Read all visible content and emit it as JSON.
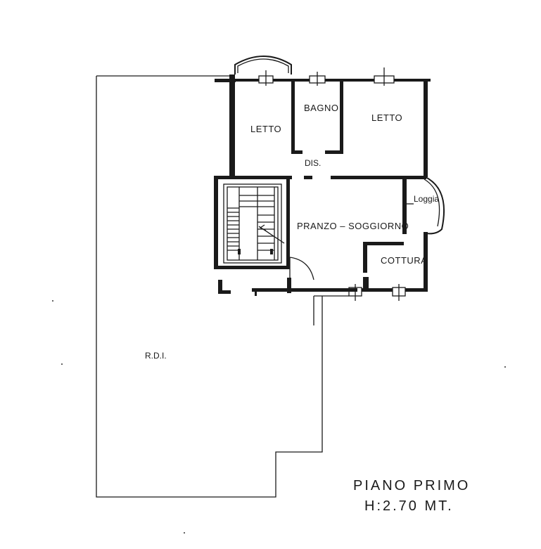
{
  "rooms": {
    "letto_left": "LETTO",
    "bagno": "BAGNO",
    "letto_right": "LETTO",
    "disimpegno": "DIS.",
    "loggia": "Loggia",
    "pranzo_soggiorno": "PRANZO – SOGGIORNO",
    "cottura": "COTTURA",
    "rdi": "R.D.I."
  },
  "footer": {
    "floor": "PIANO PRIMO",
    "height": "H:2.70 MT."
  }
}
